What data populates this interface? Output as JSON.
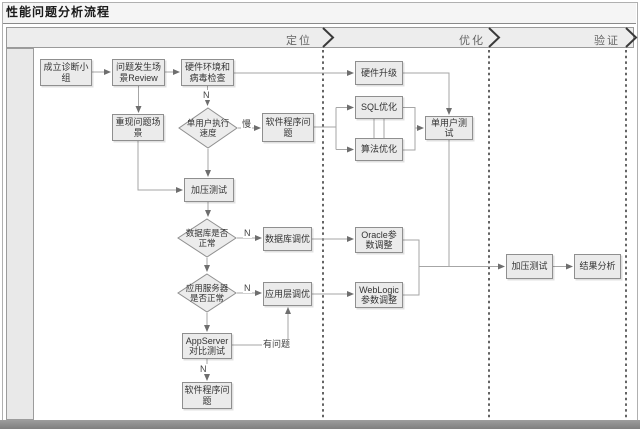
{
  "title": "性能问题分析流程",
  "phases": [
    {
      "label": "定位"
    },
    {
      "label": "优化"
    },
    {
      "label": "验证"
    }
  ],
  "nodes": {
    "team": {
      "label": "成立诊断小组"
    },
    "review": {
      "label": "问题发生场景Review"
    },
    "hw_virus": {
      "label": "硬件环境和病毒检查"
    },
    "reproduce": {
      "label": "重现问题场景"
    },
    "speed_decision": {
      "label": "单用户执行速度"
    },
    "sw_problem_top": {
      "label": "软件程序问题"
    },
    "stress_test_1": {
      "label": "加压测试"
    },
    "db_decision": {
      "label": "数据库是否正常"
    },
    "db_tuning": {
      "label": "数据库调优"
    },
    "oracle_param": {
      "label": "Oracle参数调整"
    },
    "app_decision": {
      "label": "应用服务器是否正常"
    },
    "app_tuning": {
      "label": "应用层调优"
    },
    "weblogic_param": {
      "label": "WebLogic参数调整"
    },
    "appserver_test": {
      "label": "AppServer对比测试"
    },
    "sw_problem_bottom": {
      "label": "软件程序问题"
    },
    "hw_upgrade": {
      "label": "硬件升级"
    },
    "sql_opt": {
      "label": "SQL优化"
    },
    "algo_opt": {
      "label": "算法优化"
    },
    "single_user_test": {
      "label": "单用户测试"
    },
    "stress_test_2": {
      "label": "加压测试"
    },
    "result_analysis": {
      "label": "结果分析"
    }
  },
  "edge_labels": {
    "n_after_hw_check": "N",
    "slow": "慢",
    "n_db": "N",
    "n_app": "N",
    "n_appserver": "N",
    "has_problem": "有问题"
  },
  "colors": {
    "node_fill": "#ebebeb",
    "node_border": "#8f8f8f",
    "connector": "#a6a6a6",
    "lane_separator": "#1a1a1a",
    "band_fill": "#ededed",
    "bottom_bar": "#8c8c8c"
  }
}
